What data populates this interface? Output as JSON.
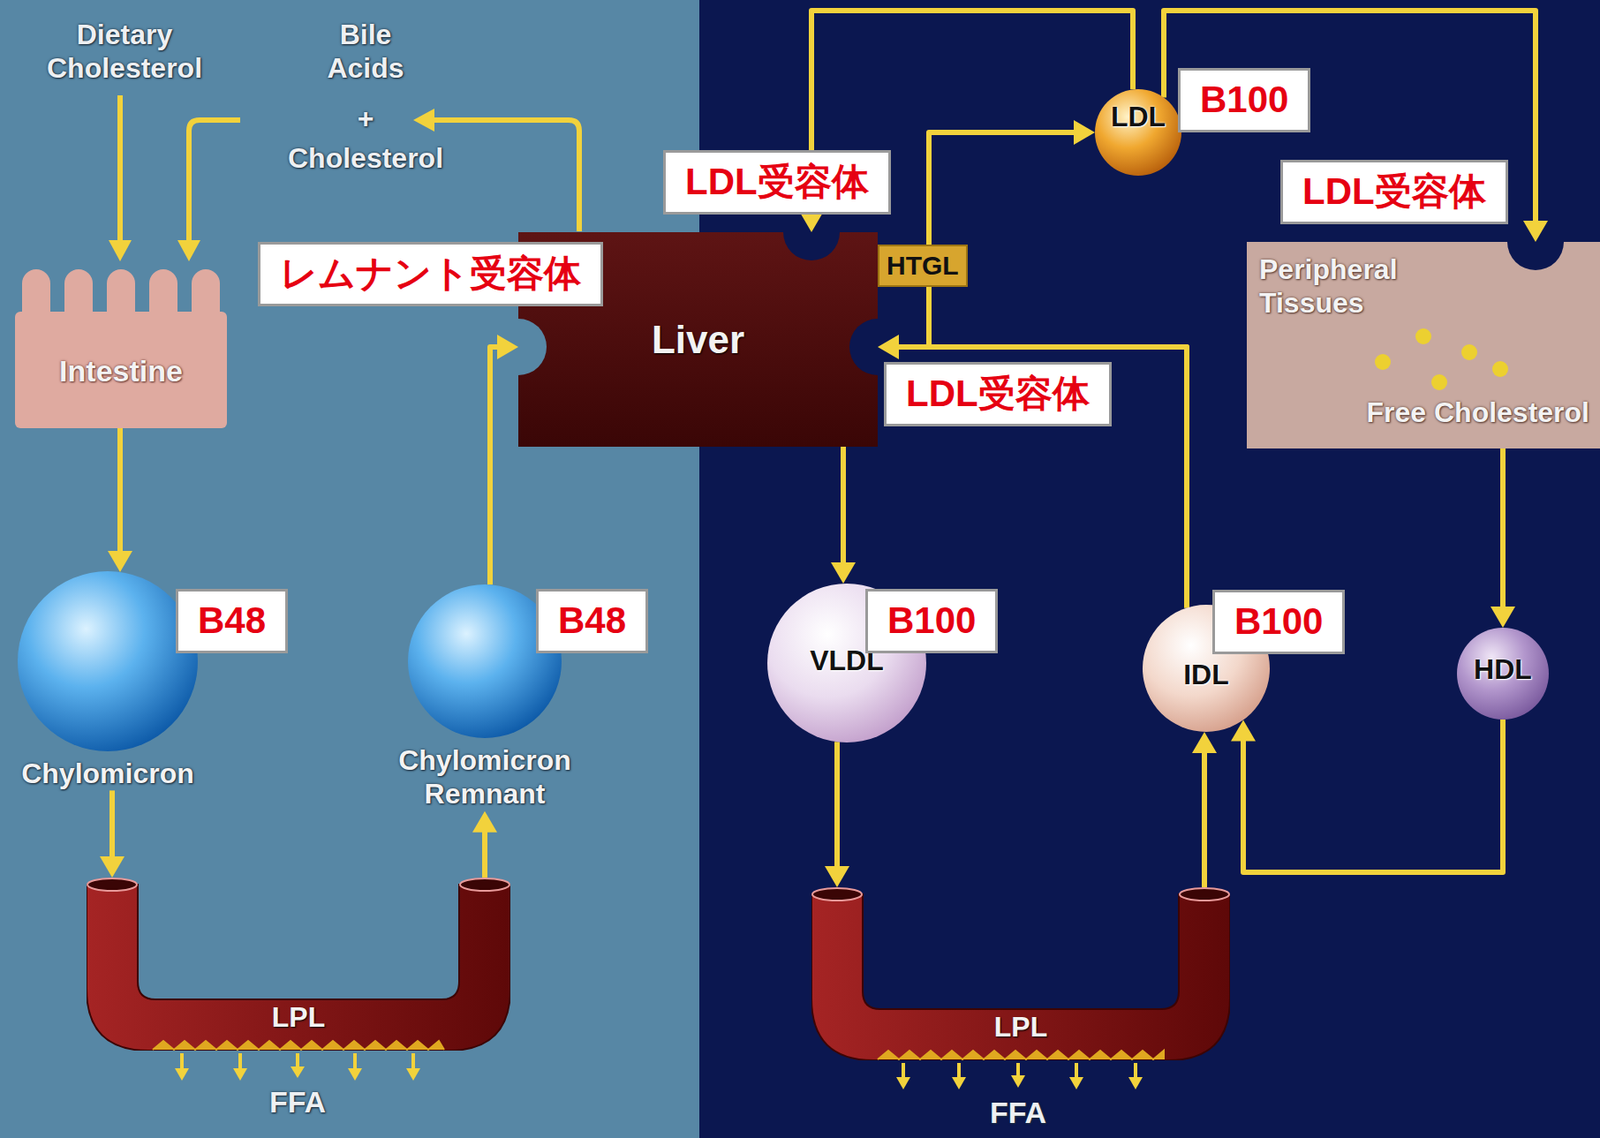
{
  "diagram": {
    "nodes": [
      {
        "text": [
          "Intestine"
        ]
      },
      {
        "text": [
          "レムナント受容体"
        ]
      },
      {
        "text": [
          "Liver"
        ]
      },
      {
        "text": [
          "HTGL"
        ]
      },
      {
        "text": [
          "LDL受容体"
        ]
      },
      {
        "text": [
          "LDL受容体"
        ]
      },
      {
        "text": [
          "LDL"
        ]
      },
      {
        "text": [
          "B100"
        ]
      },
      {
        "text": [
          "LDL受容体"
        ]
      },
      {
        "text": [
          "Peripheral Tissues",
          "Free Cholesterol"
        ]
      },
      {
        "text": [
          "Chylomicron"
        ]
      },
      {
        "text": [
          "B48"
        ]
      },
      {
        "text": [
          "Chylomicron Remnant"
        ]
      },
      {
        "text": [
          "B48"
        ]
      },
      {
        "text": [
          "VLDL"
        ]
      },
      {
        "text": [
          "B100"
        ]
      },
      {
        "text": [
          "IDL"
        ]
      },
      {
        "text": [
          "B100"
        ]
      },
      {
        "text": [
          "HDL"
        ]
      },
      {
        "text": [
          "LPL"
        ]
      },
      {
        "text": [
          "LPL"
        ]
      }
    ],
    "edges": [
      {
        "from": 0,
        "to": 10,
        "arrow": "to"
      },
      {
        "from": 10,
        "to": 19,
        "arrow": "to"
      },
      {
        "from": 19,
        "to": 12,
        "arrow": "to"
      },
      {
        "from": 12,
        "to": 2,
        "arrow": "to"
      },
      {
        "from": 2,
        "to": 14,
        "arrow": "to"
      },
      {
        "from": 14,
        "to": 20,
        "arrow": "to"
      },
      {
        "from": 20,
        "to": 16,
        "arrow": "to"
      },
      {
        "from": 18,
        "to": 16,
        "arrow": "to"
      },
      {
        "from": 16,
        "to": 2,
        "arrow": "to"
      },
      {
        "from": 16,
        "to": 6,
        "arrow": "to"
      },
      {
        "from": 6,
        "to": 2,
        "arrow": "to"
      },
      {
        "from": 6,
        "to": 9,
        "arrow": "to"
      },
      {
        "from": 9,
        "to": 18,
        "arrow": "to"
      }
    ],
    "labels": [
      "Dietary Cholesterol",
      "Bile Acids",
      "+",
      "Cholesterol",
      "FFA",
      "FFA"
    ]
  }
}
